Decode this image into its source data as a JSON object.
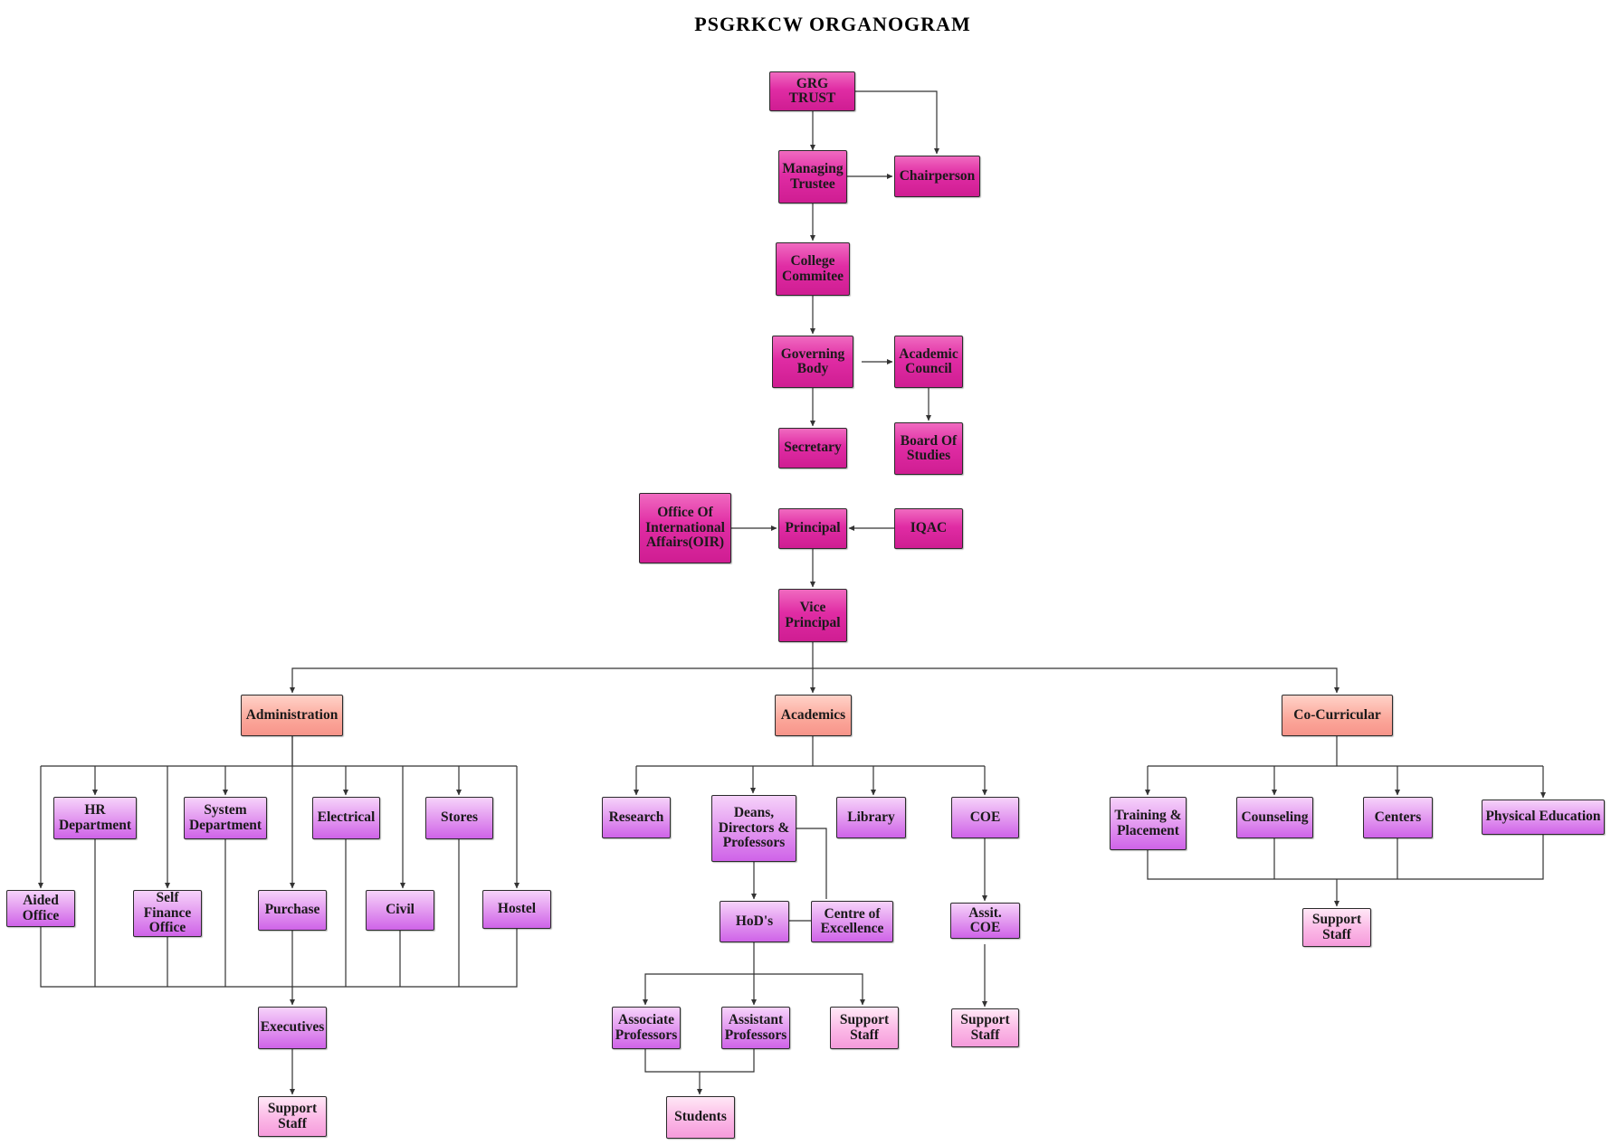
{
  "title": "PSGRKCW  ORGANOGRAM",
  "colors": {
    "top_level": "#e02ca4",
    "divisions": "#fba79a",
    "units": "#e39af0",
    "staff": "#fbb8e6",
    "line": "#2b2b2b"
  },
  "nodes": {
    "grg_trust": "GRG TRUST",
    "managing_trustee": "Managing Trustee",
    "chairperson": "Chairperson",
    "college_committee": "College Commitee",
    "governing_body": "Governing Body",
    "academic_council": "Academic Council",
    "board_of_studies": "Board Of Studies",
    "secretary": "Secretary",
    "oir": "Office Of International Affairs(OIR)",
    "principal": "Principal",
    "iqac": "IQAC",
    "vice_principal": "Vice Principal",
    "administration": "Administration",
    "academics": "Academics",
    "co_curricular": "Co-Curricular",
    "hr_department": "HR Department",
    "system_department": "System Department",
    "electrical": "Electrical",
    "stores": "Stores",
    "aided_office": "Aided Office",
    "self_finance_office": "Self Finance Office",
    "purchase": "Purchase",
    "civil": "Civil",
    "hostel": "Hostel",
    "executives": "Executives",
    "admin_support_staff": "Support Staff",
    "research": "Research",
    "deans": "Deans, Directors & Professors",
    "library": "Library",
    "coe": "COE",
    "hods": "HoD's",
    "centre_of_excellence": "Centre of Excellence",
    "assit_coe": "Assit. COE",
    "coe_support_staff": "Support Staff",
    "associate_professors": "Associate Professors",
    "assistant_professors": "Assistant Professors",
    "academic_support_staff": "Support Staff",
    "students": "Students",
    "training_placement": "Training & Placement",
    "counseling": "Counseling",
    "centers": "Centers",
    "physical_education": "Physical Education",
    "cocurricular_support_staff": "Support Staff"
  }
}
